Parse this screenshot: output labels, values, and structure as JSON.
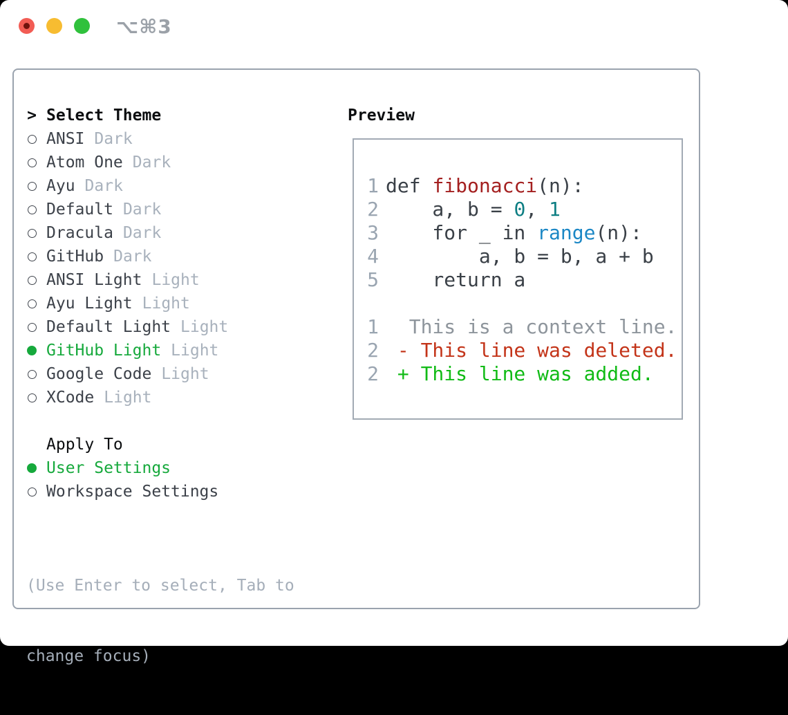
{
  "window": {
    "title": "⌥⌘3",
    "traffic_lights": [
      "close",
      "minimize",
      "zoom"
    ]
  },
  "theme_picker": {
    "prompt": ">",
    "title": "Select Theme",
    "items": [
      {
        "name": "ANSI",
        "tag": "Dark",
        "selected": false
      },
      {
        "name": "Atom One",
        "tag": "Dark",
        "selected": false
      },
      {
        "name": "Ayu",
        "tag": "Dark",
        "selected": false
      },
      {
        "name": "Default",
        "tag": "Dark",
        "selected": false
      },
      {
        "name": "Dracula",
        "tag": "Dark",
        "selected": false
      },
      {
        "name": "GitHub",
        "tag": "Dark",
        "selected": false
      },
      {
        "name": "ANSI Light",
        "tag": "Light",
        "selected": false
      },
      {
        "name": "Ayu Light",
        "tag": "Light",
        "selected": false
      },
      {
        "name": "Default Light",
        "tag": "Light",
        "selected": false
      },
      {
        "name": "GitHub Light",
        "tag": "Light",
        "selected": true
      },
      {
        "name": "Google Code",
        "tag": "Light",
        "selected": false
      },
      {
        "name": "XCode",
        "tag": "Light",
        "selected": false
      }
    ]
  },
  "apply_to": {
    "title": "Apply To",
    "options": [
      {
        "name": "User Settings",
        "selected": true
      },
      {
        "name": "Workspace Settings",
        "selected": false
      }
    ]
  },
  "help": {
    "line1": "(Use Enter to select, Tab to",
    "line2": "change focus)"
  },
  "preview": {
    "title": "Preview",
    "code_lines": [
      {
        "num": "1",
        "segs": {
          "s0": "def ",
          "s1": "fibonacci",
          "s2": "(n):"
        }
      },
      {
        "num": "2",
        "segs": {
          "s0": "    a, b = ",
          "s1": "0",
          "s2": ", ",
          "s3": "1"
        }
      },
      {
        "num": "3",
        "segs": {
          "s0": "    for _ in ",
          "s1": "range",
          "s2": "(n):"
        }
      },
      {
        "num": "4",
        "segs": {
          "s0": "        a, b = b, a + b"
        }
      },
      {
        "num": "5",
        "segs": {
          "s0": "    return a"
        }
      }
    ],
    "diff_lines": [
      {
        "num": "1",
        "text": "  This is a context line.",
        "kind": "context"
      },
      {
        "num": "2",
        "text": " - This line was deleted.",
        "kind": "deleted"
      },
      {
        "num": "2",
        "text": " + This line was added.",
        "kind": "added"
      }
    ]
  },
  "colors": {
    "selection_green": "#16a93c",
    "added_green": "#11bb16",
    "deleted_red": "#c33419",
    "function_red": "#a42020",
    "number_teal": "#0d7e83",
    "builtin_blue": "#1b87c5",
    "muted_gray": "#a8b1bc",
    "border_gray": "#9aa3ae",
    "traffic_red": "#f25c54",
    "traffic_yellow": "#f7bc31",
    "traffic_green": "#30c13c"
  }
}
